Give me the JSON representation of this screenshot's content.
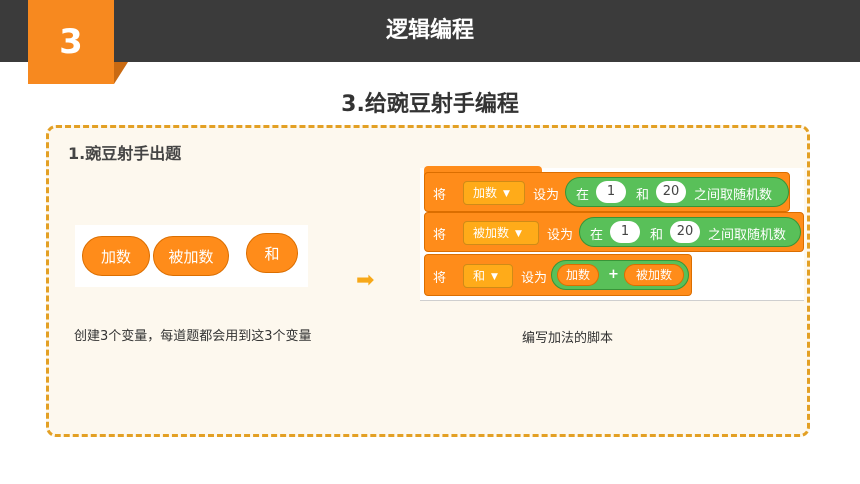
{
  "header": {
    "number": "3",
    "title": "逻辑编程"
  },
  "subtitle": "3.给豌豆射手编程",
  "section": {
    "title": "1.豌豆射手出题",
    "variables": [
      "加数",
      "被加数",
      "和"
    ],
    "left_caption": "创建3个变量，每道题都会用到这3个变量",
    "right_caption": "编写加法的脚本",
    "arrow_icon": "right-arrow-icon"
  },
  "script": {
    "rows": [
      {
        "verb": "将",
        "var": "加数",
        "set": "设为",
        "op_in": "在",
        "from": "1",
        "and": "和",
        "to": "20",
        "op_tail": "之间取随机数"
      },
      {
        "verb": "将",
        "var": "被加数",
        "set": "设为",
        "op_in": "在",
        "from": "1",
        "and": "和",
        "to": "20",
        "op_tail": "之间取随机数"
      },
      {
        "verb": "将",
        "var": "和",
        "set": "设为",
        "left": "加数",
        "plus": "+",
        "right": "被加数"
      }
    ]
  },
  "colors": {
    "accent": "#f7891f",
    "header_bg": "#3b3b3b",
    "panel_border": "#e3a024",
    "variable_block": "#ff8c1a",
    "operator_block": "#59c059"
  }
}
